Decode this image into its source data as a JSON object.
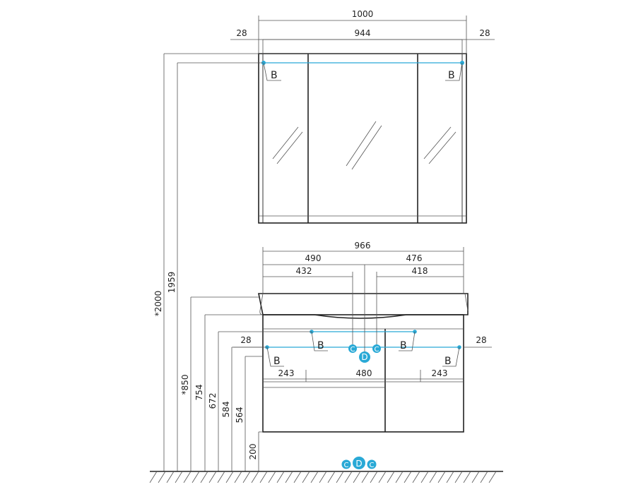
{
  "dimensions": {
    "top_width": "1000",
    "top_left_offset": "28",
    "top_inner": "944",
    "top_right_offset": "28",
    "height_total": "*2000",
    "height_1959": "1959",
    "vanity_width": "966",
    "vanity_left_half": "490",
    "vanity_right_half": "476",
    "vanity_left_inner": "432",
    "vanity_right_inner": "418",
    "vanity_left_offset": "28",
    "vanity_right_offset": "28",
    "drawer_left": "243",
    "drawer_middle": "480",
    "drawer_right": "243",
    "height_850": "*850",
    "height_754": "754",
    "height_672": "672",
    "height_584": "584",
    "height_564": "564",
    "height_200": "200"
  },
  "markers": {
    "b": "B",
    "c": "C",
    "d": "D"
  },
  "colors": {
    "line": "#333333",
    "accent": "#29a9d6"
  }
}
